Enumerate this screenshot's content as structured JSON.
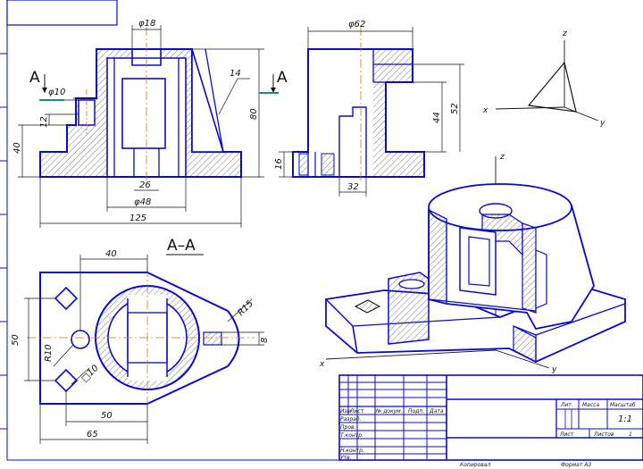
{
  "section_marks": {
    "left": "A",
    "right": "A",
    "section_title": "A–A"
  },
  "front_view_dims": {
    "d18": "φ18",
    "d10": "φ10",
    "r14": "14",
    "h80": "80",
    "h40": "40",
    "h12": "12",
    "w26": "26",
    "d48": "φ48",
    "w125": "125"
  },
  "side_view_dims": {
    "d62": "φ62",
    "h44": "44",
    "h52": "52",
    "h16": "16",
    "w32": "32"
  },
  "plan_view_dims": {
    "w40": "40",
    "r15": "R15",
    "h50": "50",
    "r10": "R10",
    "sq10": "□10",
    "w8": "8",
    "w50": "50",
    "w65": "65"
  },
  "axes_small": {
    "x": "x",
    "y": "y",
    "z": "z"
  },
  "axes_iso": {
    "x": "x",
    "y": "y",
    "z": "z"
  },
  "title_block": {
    "header": [
      "Изм",
      "Лист",
      "№ докум.",
      "Подп.",
      "Дата"
    ],
    "rows": [
      "Разраб.",
      "Пров.",
      "Т.контр.",
      "",
      "Н.контр.",
      "Утв."
    ],
    "col_lit": "Лит.",
    "col_mass": "Масса",
    "col_scale": "Масштаб",
    "scale_value": "1:1",
    "sheet_label": "Лист",
    "sheets_label": "Листов",
    "sheets_value": "1",
    "bottom_left": "Копировал",
    "bottom_right": "Формат A3"
  },
  "colors": {
    "outline": "#0a0acc",
    "dim_line": "#111111",
    "hatch": "#444444",
    "center": "#c87a1a",
    "section_mark": "#1a8a7a"
  }
}
